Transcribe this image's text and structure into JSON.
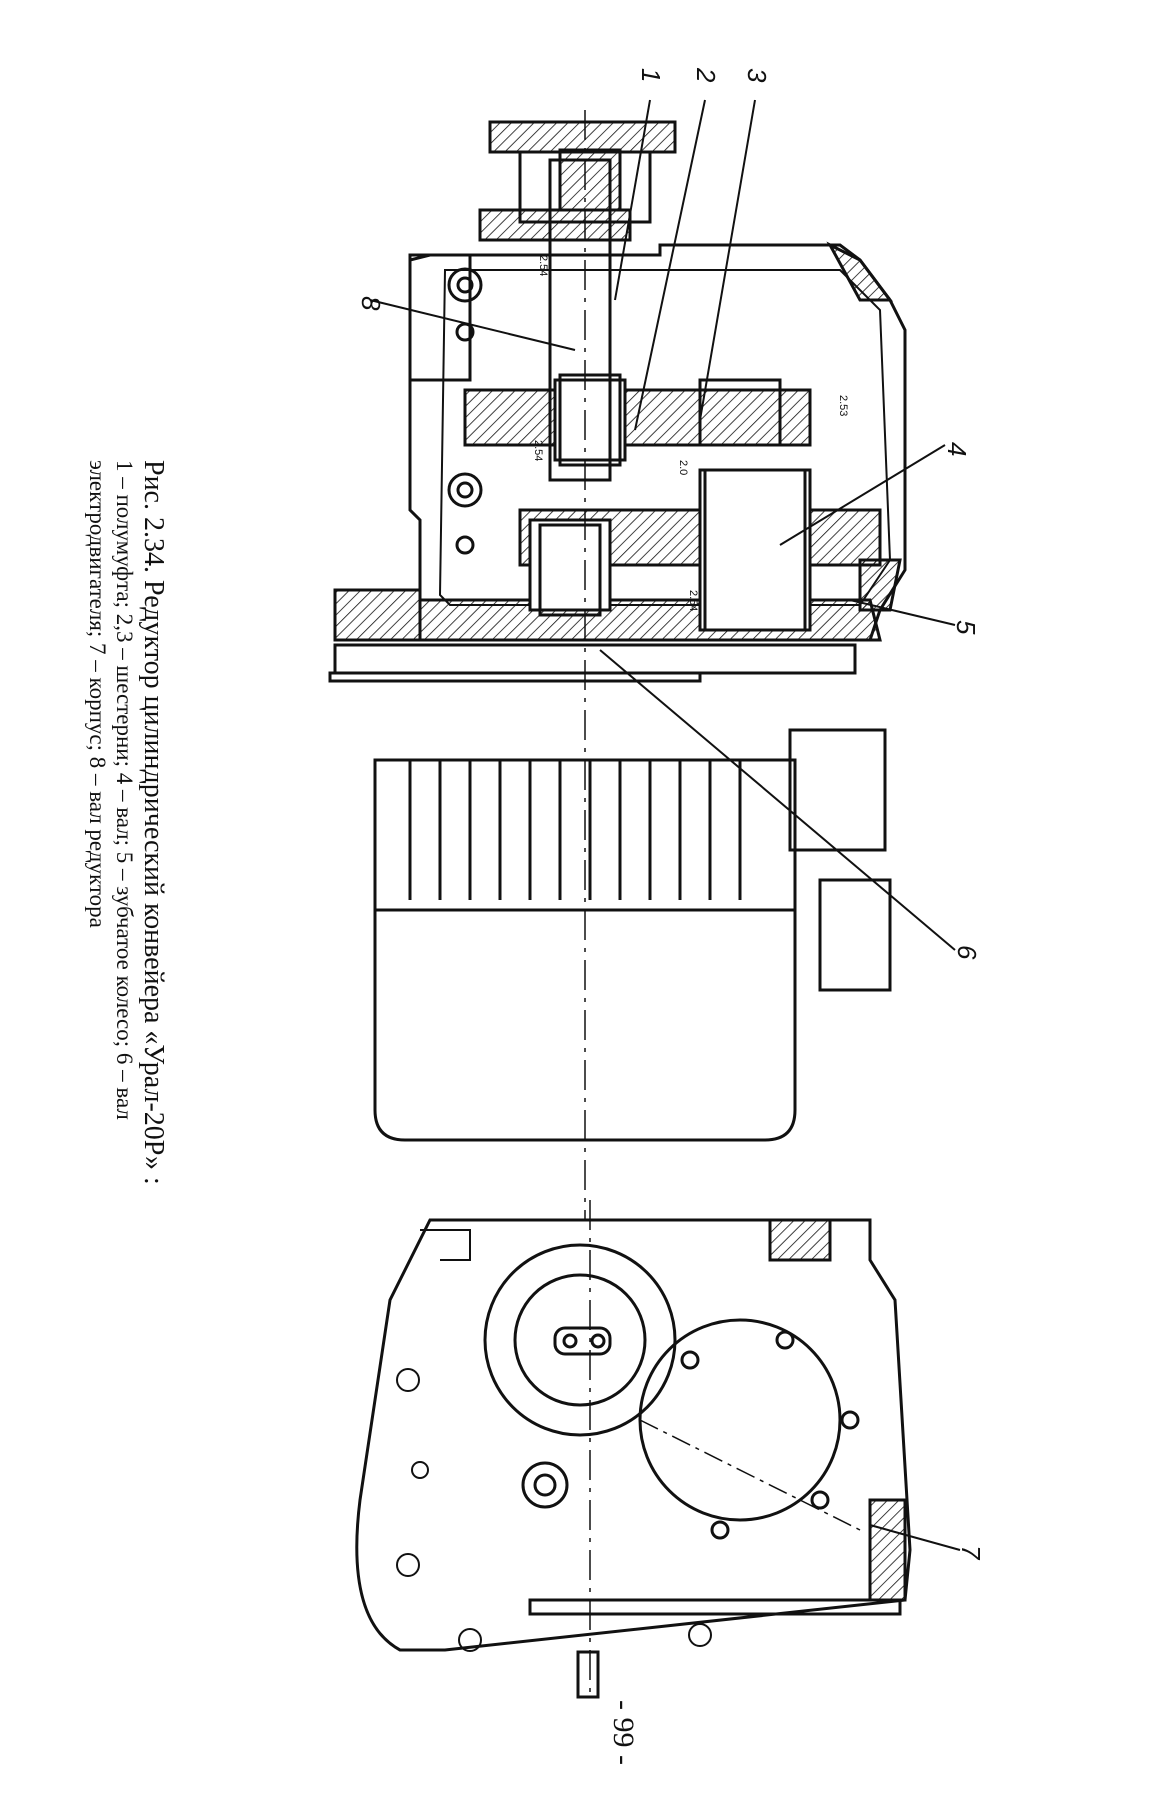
{
  "figure": {
    "caption_title": "Рис. 2.34. Редуктор цилиндрический конвейера «Урал-20Р» :",
    "caption_line1": "1 – полумуфта; 2,3 – шестерни; 4 – вал; 5 – зубчатое колесо; 6 – вал",
    "caption_line2": "электродвигателя; 7 – корпус; 8 – вал редуктора",
    "callouts": [
      "1",
      "2",
      "3",
      "4",
      "5",
      "6",
      "7",
      "8"
    ],
    "small_marks": [
      "2.54",
      "2.53",
      "2.54",
      "2.0",
      "2.54"
    ]
  },
  "page": {
    "number": "- 99 -"
  }
}
